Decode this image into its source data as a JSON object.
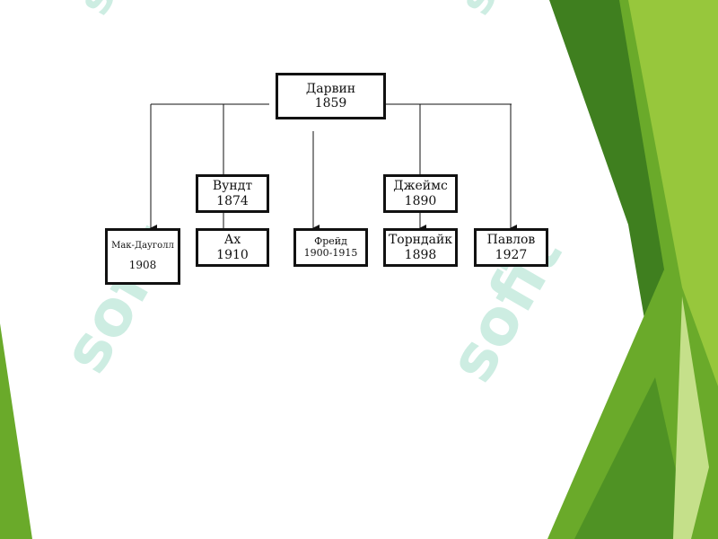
{
  "colors": {
    "green_dark": "#3f7f1f",
    "green_mid": "#6aaa2a",
    "green_light": "#97c73c",
    "green_pale": "#c5e08a",
    "watermark": "#8fd6bf"
  },
  "watermark": {
    "text": "sofit"
  },
  "nodes": {
    "darwin": {
      "name": "Дарвин",
      "year": "1859"
    },
    "wundt": {
      "name": "Вундт",
      "year": "1874"
    },
    "james": {
      "name": "Джеймс",
      "year": "1890"
    },
    "mcdougall": {
      "name": "Мак-Дауголл",
      "year": "1908"
    },
    "ach": {
      "name": "Ах",
      "year": "1910"
    },
    "freud": {
      "name": "Фрейд",
      "year": "1900-1915"
    },
    "thorndike": {
      "name": "Торндайк",
      "year": "1898"
    },
    "pavlov": {
      "name": "Павлов",
      "year": "1927"
    }
  }
}
